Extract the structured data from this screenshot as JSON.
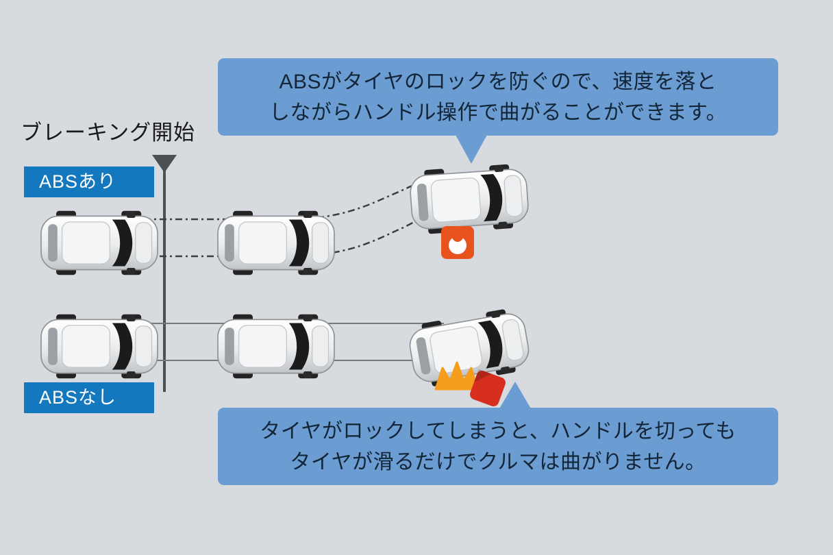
{
  "header": {
    "braking_start_label": "ブレーキング開始"
  },
  "callouts": {
    "abs_on": {
      "line1": "ABSがタイヤのロックを防ぐので、速度を落と",
      "line2": "しながらハンドル操作で曲がることができます。"
    },
    "abs_off": {
      "line1": "タイヤがロックしてしまうと、ハンドルを切っても",
      "line2": "タイヤが滑るだけでクルマは曲がりません。"
    }
  },
  "lane_labels": {
    "abs_on": "ABSあり",
    "abs_off": "ABSなし"
  },
  "icons": {
    "braking_point_marker": "braking-point-marker-icon",
    "obstacle": "obstacle-icon",
    "impact_spark": "impact-spark-icon",
    "crashed_obstacle": "crashed-obstacle-icon"
  },
  "colors": {
    "bg": "#d7dade",
    "bubble": "#6b9cd2",
    "bubble-text": "#132638",
    "label-bg": "#1478be",
    "label-text": "#ffffff",
    "line-dark": "#4c5054",
    "obstacle": "#e8531d",
    "spark": "#f59d1d",
    "crash": "#d62f1f"
  }
}
